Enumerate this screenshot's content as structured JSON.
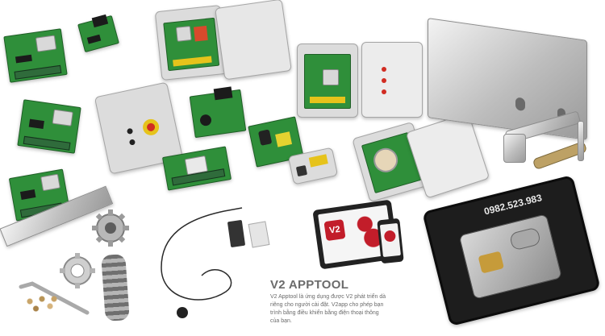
{
  "apptool": {
    "title": "V2 APPTOOL",
    "text_lines": [
      "V2 Apptool là ứng dụng được V2 phát triển dà",
      "riêng cho người cài đặt. V2app cho phép bạn",
      "trình bằng điều khiển bằng điện thoại thông",
      "của bạn."
    ]
  },
  "motor_box": {
    "phone_number": "0982.523.983"
  },
  "tablet": {
    "logo_text": "V2"
  },
  "colors": {
    "pcb_green": "#2f8f3a",
    "enclosure_grey": "#dcdcdc",
    "emergency_red": "#d12c22",
    "warning_yellow": "#e6c31b",
    "motor_box_black": "#1d1d1d",
    "app_red": "#c21d2a"
  }
}
